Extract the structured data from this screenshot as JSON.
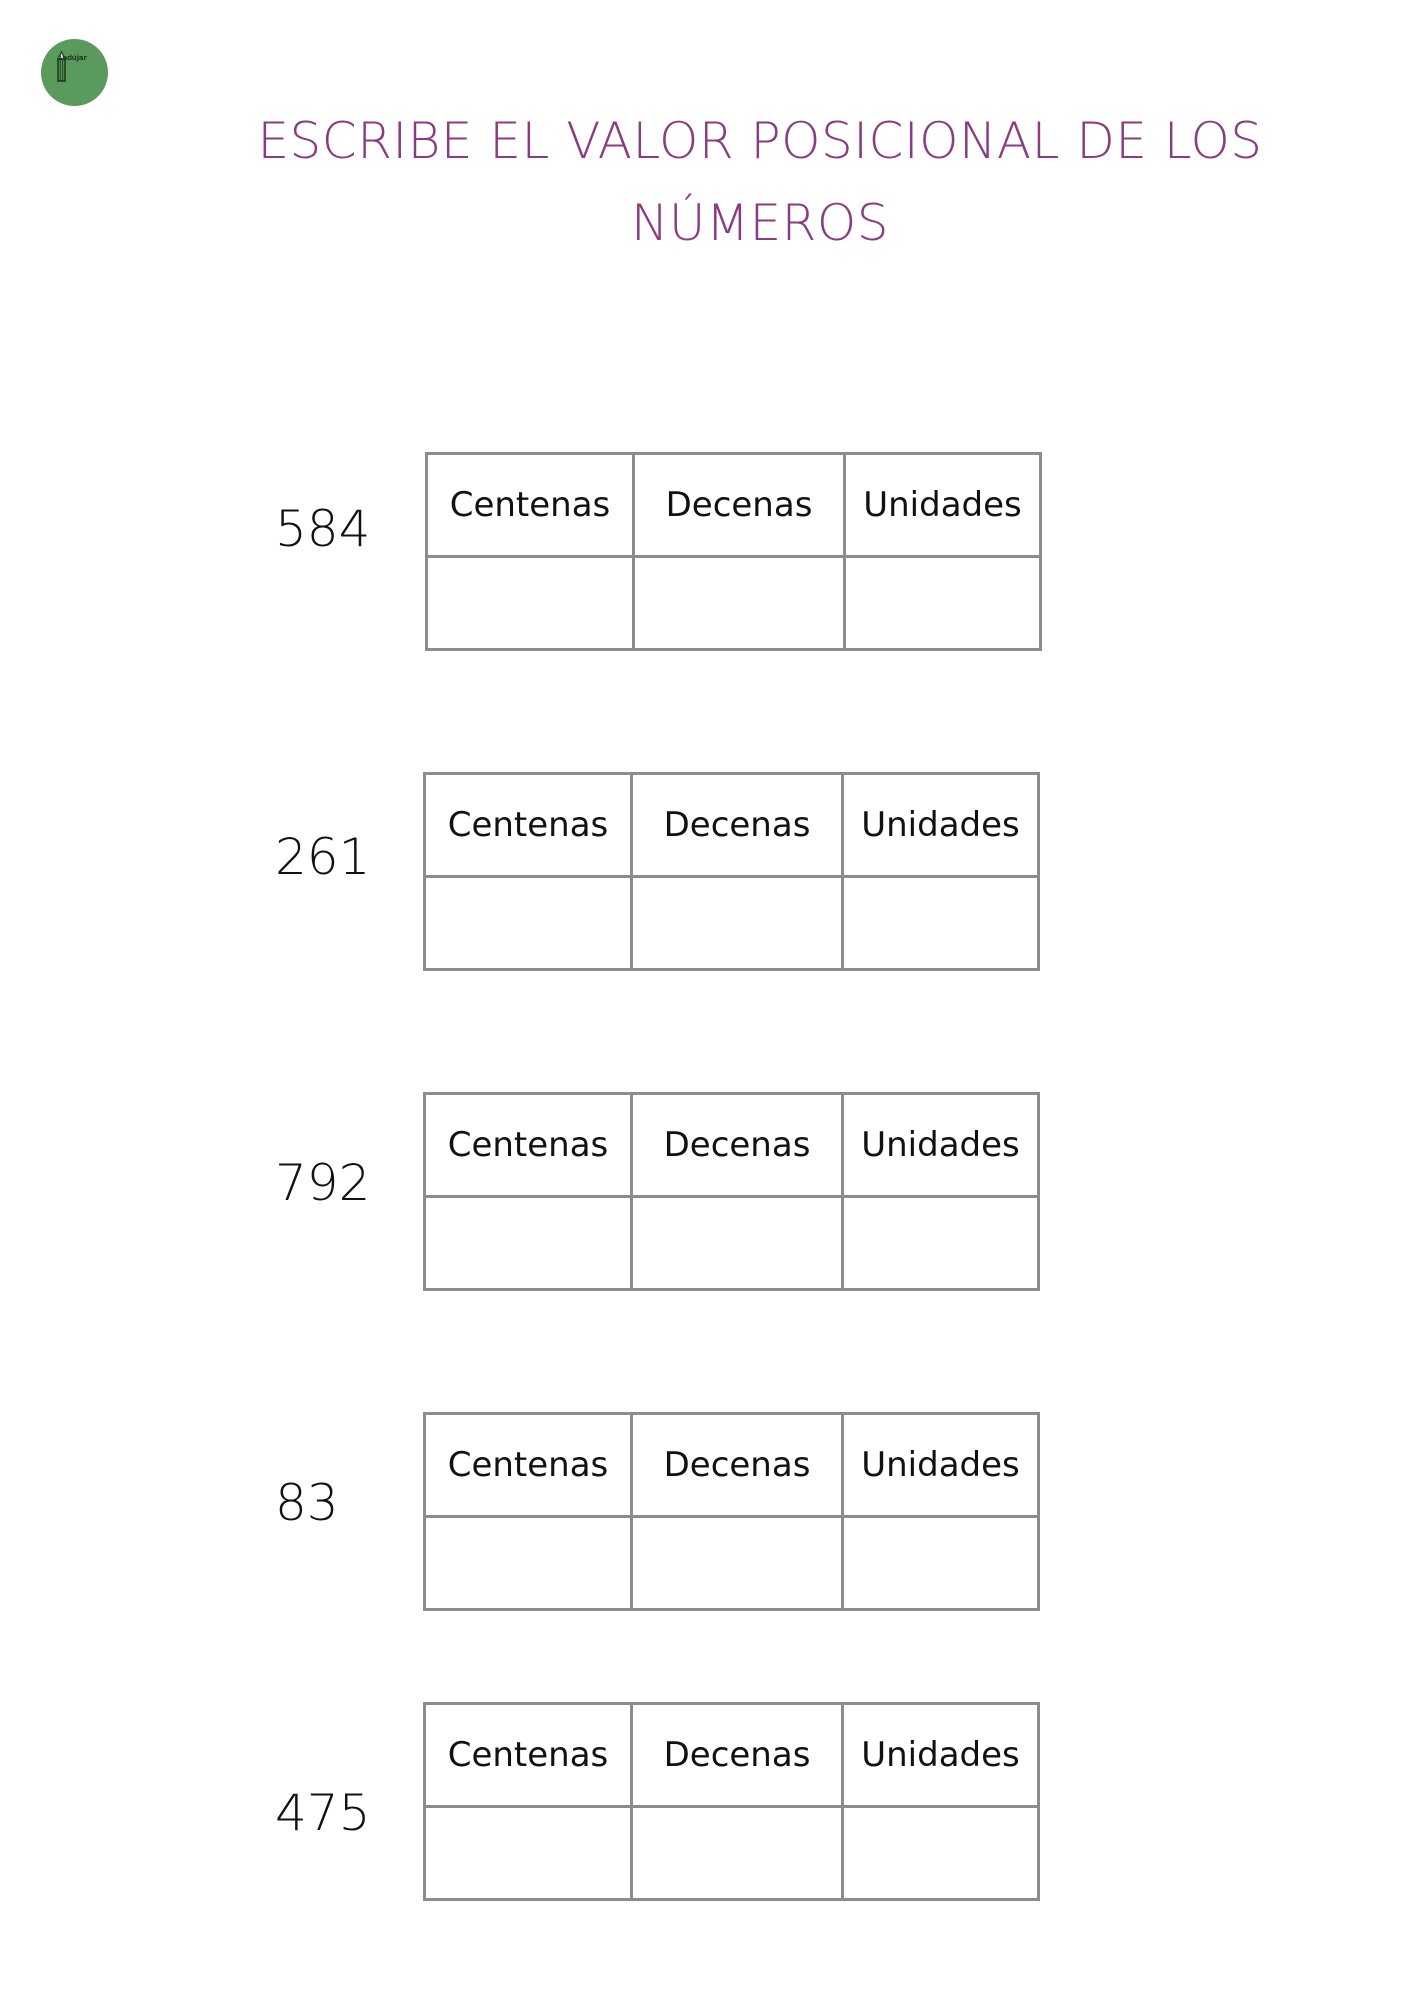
{
  "header": {
    "logo_text": "Andújar",
    "title_line1": "ESCRIBE EL VALOR POSICIONAL DE LOS",
    "title_line2": "NÚMEROS"
  },
  "columns": {
    "c1": "Centenas",
    "c2": "Decenas",
    "c3": "Unidades"
  },
  "exercises": [
    {
      "number": "584"
    },
    {
      "number": "261"
    },
    {
      "number": "792"
    },
    {
      "number": "83"
    },
    {
      "number": "475"
    }
  ],
  "colors": {
    "title": "#8a3b82",
    "logo_bg": "#5a9a5c",
    "table_border": "#8c8c8c"
  }
}
